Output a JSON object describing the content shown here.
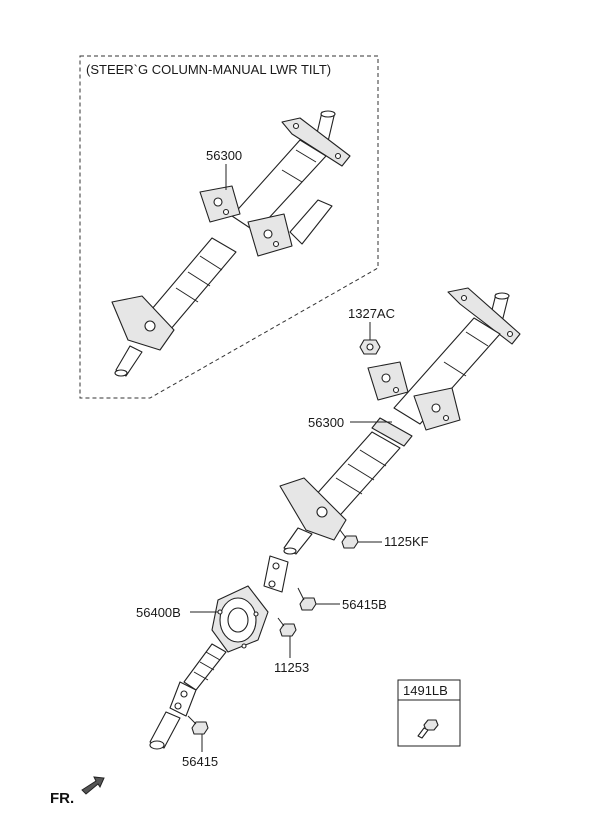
{
  "diagram": {
    "inset_title": "(STEER`G COLUMN-MANUAL LWR TILT)",
    "labels": {
      "inset_column": "56300",
      "nut": "1327AC",
      "column": "56300",
      "bolt_bracket": "1125KF",
      "joint": "56400B",
      "bolt_upper": "56415B",
      "bolt_cover": "11253",
      "bolt_lower": "56415",
      "legend_box": "1491LB"
    },
    "direction_indicator": "FR."
  }
}
